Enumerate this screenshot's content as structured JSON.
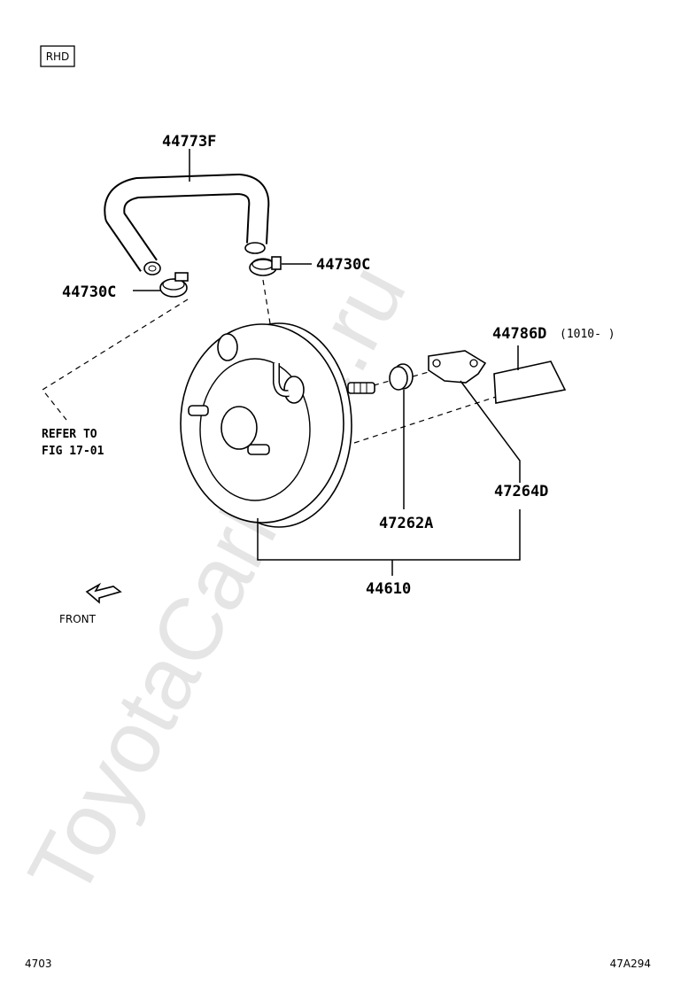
{
  "badge": "RHD",
  "labels": {
    "hose": "44773F",
    "clamp_right": "44730C",
    "clamp_left": "44730C",
    "clevis_part": "44786D",
    "clevis_note": "(1010-   )",
    "clevis_yoke": "47264D",
    "nut": "47262A",
    "booster": "44610"
  },
  "refer": {
    "line1": "REFER TO",
    "line2": "FIG 17-01"
  },
  "front_label": "FRONT",
  "footer": {
    "left": "4703",
    "right": "47A294"
  },
  "watermark": "ToyotaCarMine.ru"
}
